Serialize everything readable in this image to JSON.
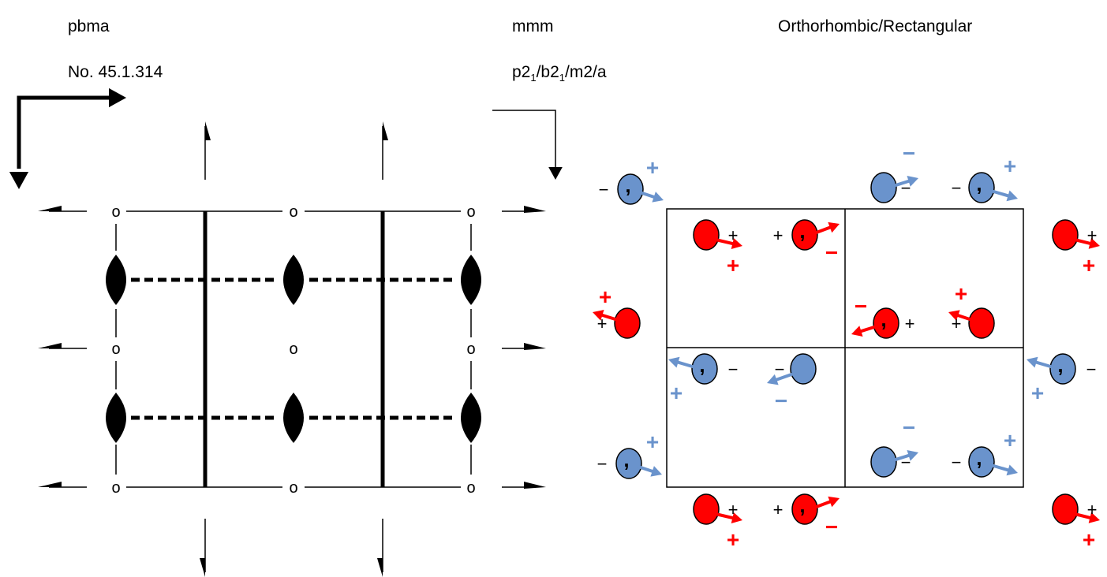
{
  "header": {
    "group_symbol": "pbma",
    "point_group": "mmm",
    "lattice": "Orthorhombic/Rectangular",
    "group_number": "No. 45.1.314",
    "full_symbol": {
      "parts": [
        "p2",
        "1",
        "/b2",
        "1",
        "/m2/a"
      ]
    }
  },
  "symbol_diagram": {
    "axis_glyph": "o"
  },
  "orbit_diagram": {
    "colors": {
      "red": "#ff0000",
      "blue": "#6a93cc",
      "sign_red": "#ff0000",
      "sign_blue": "#6a93cc"
    },
    "comma_glyph": ",",
    "plus": "+",
    "minus": "−"
  }
}
